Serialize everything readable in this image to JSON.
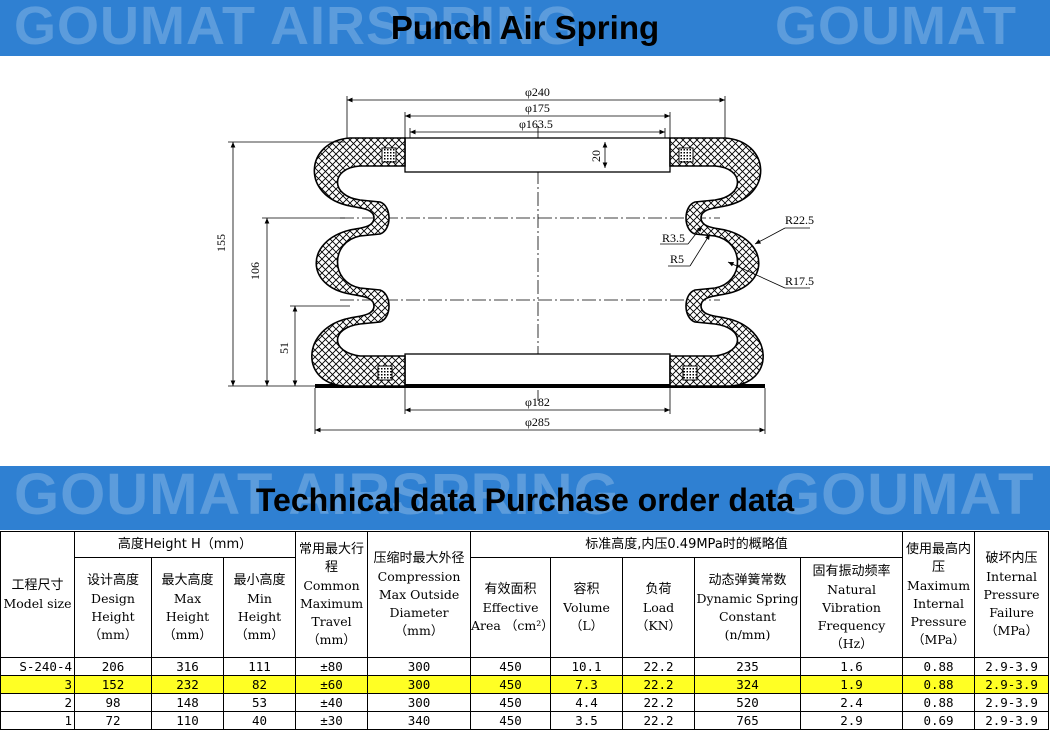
{
  "banner_top": {
    "watermark_left": "GOUMAT AIRSPRING",
    "watermark_right": "GOUMAT",
    "title": "Punch Air Spring"
  },
  "drawing": {
    "dim_240": "φ240",
    "dim_175": "φ175",
    "dim_163": "φ163.5",
    "dim_20": "20",
    "dim_155": "155",
    "dim_106": "106",
    "dim_51": "51",
    "dim_182": "φ182",
    "dim_285": "φ285",
    "dim_r225": "R22.5",
    "dim_r35": "R3.5",
    "dim_r5": "R5",
    "dim_r175": "R17.5"
  },
  "banner_mid": {
    "watermark_left": "GOUMAT AIRSPRING",
    "watermark_right": "GOUMAT",
    "title": "Technical data  Purchase order data"
  },
  "table": {
    "model_cn": "工程尺寸",
    "model_en": "Model size",
    "height_group": "高度Height H（mm）",
    "design_cn": "设计高度",
    "design_en": "Design Height （mm）",
    "max_cn": "最大高度",
    "max_en": "Max Height （mm）",
    "min_cn": "最小高度",
    "min_en": "Min Height （mm）",
    "travel_cn": "常用最大行程",
    "travel_en": "Common Maximum Travel （mm）",
    "outside_cn": "压缩时最大外径",
    "outside_en": "Compression Max Outside Diameter （mm）",
    "std_group": "标准高度,内压0.49MPa时的概略值",
    "area_cn": "有效面积",
    "area_en": "Effective Area （cm²）",
    "volume_cn": "容积",
    "volume_en": "Volume （L）",
    "load_cn": "负荷",
    "load_en": "Load （KN）",
    "spring_cn": "动态弹簧常数",
    "spring_en": "Dynamic Spring Constant (n/mm)",
    "freq_cn": "固有振动频率",
    "freq_en": "Natural Vibration Frequency （Hz）",
    "maxp_cn": "使用最高内压",
    "maxp_en": "Maximum Internal Pressure （MPa）",
    "fail_cn": "破坏内压",
    "fail_en": "Internal Pressure Failure （MPa）",
    "rows": [
      {
        "model": "S-240-4",
        "design": "206",
        "max": "316",
        "min": "111",
        "travel": "±80",
        "outside": "300",
        "area": "450",
        "volume": "10.1",
        "load": "22.2",
        "spring": "235",
        "freq": "1.6",
        "maxp": "0.88",
        "fail": "2.9-3.9"
      },
      {
        "model": "3",
        "design": "152",
        "max": "232",
        "min": "82",
        "travel": "±60",
        "outside": "300",
        "area": "450",
        "volume": "7.3",
        "load": "22.2",
        "spring": "324",
        "freq": "1.9",
        "maxp": "0.88",
        "fail": "2.9-3.9"
      },
      {
        "model": "2",
        "design": "98",
        "max": "148",
        "min": "53",
        "travel": "±40",
        "outside": "300",
        "area": "450",
        "volume": "4.4",
        "load": "22.2",
        "spring": "520",
        "freq": "2.4",
        "maxp": "0.88",
        "fail": "2.9-3.9"
      },
      {
        "model": "1",
        "design": "72",
        "max": "110",
        "min": "40",
        "travel": "±30",
        "outside": "340",
        "area": "450",
        "volume": "3.5",
        "load": "22.2",
        "spring": "765",
        "freq": "2.9",
        "maxp": "0.69",
        "fail": "2.9-3.9"
      }
    ]
  },
  "colors": {
    "banner_blue": "#2f80d2",
    "highlight_yellow": "#ffff24"
  }
}
